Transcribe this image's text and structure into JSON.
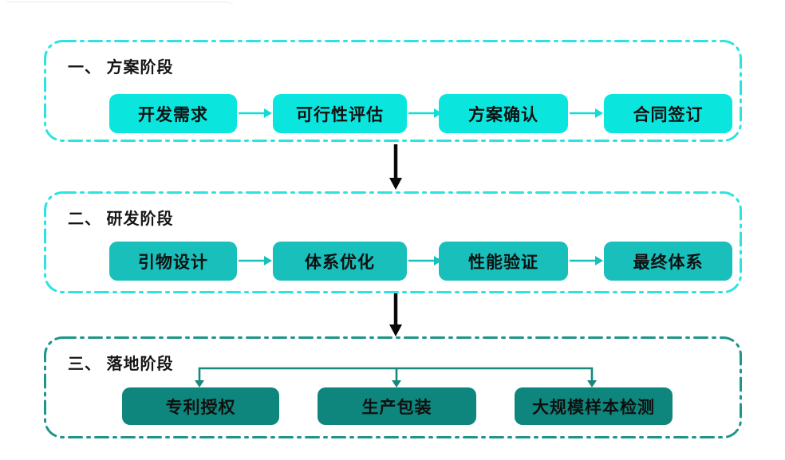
{
  "page": {
    "background": "#ffffff"
  },
  "phases": [
    {
      "title": "一、 方案阶段",
      "border_color": "#2be4e0",
      "box_fill": "#0ae6de",
      "arrow_color": "#12ddd4",
      "text_color": "#101010",
      "steps": [
        "开发需求",
        "可行性评估",
        "方案确认",
        "合同签订"
      ]
    },
    {
      "title": "二、 研发阶段",
      "border_color": "#2be4e0",
      "box_fill": "#18bfbb",
      "arrow_color": "#18bfbb",
      "text_color": "#101010",
      "steps": [
        "引物设计",
        "体系优化",
        "性能验证",
        "最终体系"
      ]
    },
    {
      "title": "三、 落地阶段",
      "border_color": "#1e9589",
      "box_fill": "#0e867d",
      "arrow_color": "#16897c",
      "text_color": "#101010",
      "steps": [
        "专利授权",
        "生产包装",
        "大规模样本检测"
      ]
    }
  ],
  "flow": {
    "stage_arrow_color": "#0a0a0a"
  }
}
